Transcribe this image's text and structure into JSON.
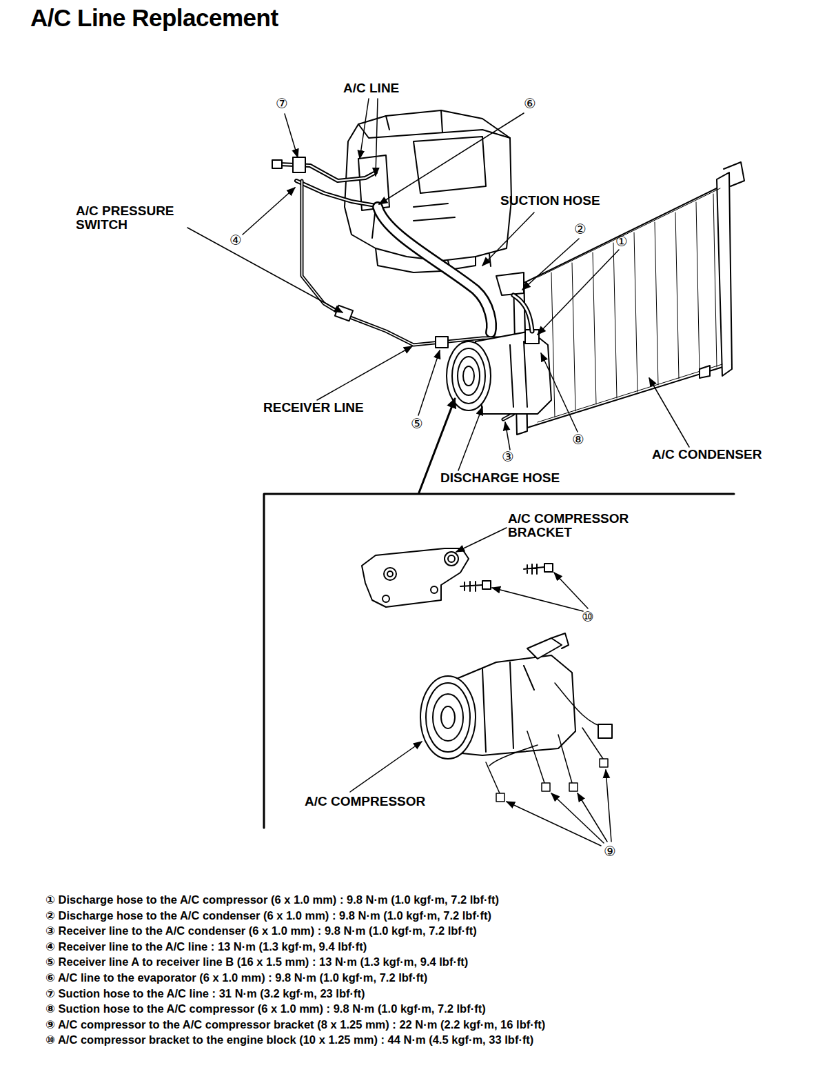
{
  "diagram": {
    "title": "A/C Line Replacement",
    "labels": [
      "A/C LINE",
      "⑦",
      "⑥",
      "A/C PRESSURE SWITCH",
      "SUCTION HOSE",
      "④",
      "②",
      "①",
      "RECEIVER LINE",
      "⑤",
      "⑧",
      "③",
      "A/C CONDENSER",
      "DISCHARGE HOSE",
      "A/C COMPRESSOR BRACKET",
      "⑩",
      "A/C COMPRESSOR",
      "⑨",
      "① Discharge hose to the A/C compressor (6 x 1.0 mm) : 9.8 N·m (1.0 kgf·m, 7.2 lbf·ft)",
      "② Discharge hose to the A/C condenser (6 x 1.0 mm) : 9.8 N·m (1.0 kgf·m, 7.2 lbf·ft)",
      "③ Receiver line to the A/C condenser (6 x 1.0 mm) : 9.8 N·m (1.0 kgf·m, 7.2 lbf·ft)",
      "④ Receiver line to the A/C line : 13 N·m (1.3 kgf·m, 9.4 lbf·ft)",
      "⑤ Receiver line A to receiver line B (16 x 1.5 mm) : 13 N·m (1.3 kgf·m, 9.4 lbf·ft)",
      "⑥ A/C line to the evaporator (6 x 1.0 mm) : 9.8 N·m (1.0 kgf·m, 7.2 lbf·ft)",
      "⑦ Suction hose to the A/C line : 31 N·m (3.2 kgf·m, 23 lbf·ft)",
      "⑧ Suction hose to the A/C compressor (6 x 1.0 mm) : 9.8 N·m (1.0 kgf·m, 7.2 lbf·ft)",
      "⑨ A/C compressor to the A/C compressor bracket (8 x 1.25 mm) : 22 N·m (2.2 kgf·m, 16 lbf·ft)",
      "⑩ A/C compressor bracket to the engine block (10 x 1.25 mm) : 44 N·m (4.5 kgf·m, 33 lbf·ft)"
    ]
  }
}
